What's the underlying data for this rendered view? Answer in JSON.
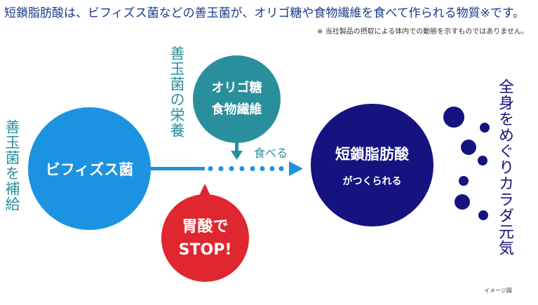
{
  "header": {
    "headline": "短鎖脂肪酸は、ビフィズス菌などの善玉菌が、オリゴ糖や食物繊維を食べて作られる物質※です。",
    "note": "※ 当社製品の摂取による体内での動態を示すものではありません。"
  },
  "side_labels": {
    "left": "善玉菌を補給",
    "top": "善玉菌の栄養",
    "right": "全身をめぐりカラダ元気"
  },
  "nodes": {
    "bifidobacteria": "ビフィズス菌",
    "oligo_line1": "オリゴ糖",
    "oligo_line2": "食物繊維",
    "stomach_line1": "胃酸で",
    "stomach_line2": "STOP!",
    "scfa_main": "短鎖脂肪酸",
    "scfa_sub": "がつくられる"
  },
  "arrow_label": "食べる",
  "caption": "イメージ図",
  "colors": {
    "blue": "#1c93e0",
    "teal": "#2a8f9c",
    "red": "#e0262f",
    "navy": "#15137f"
  }
}
